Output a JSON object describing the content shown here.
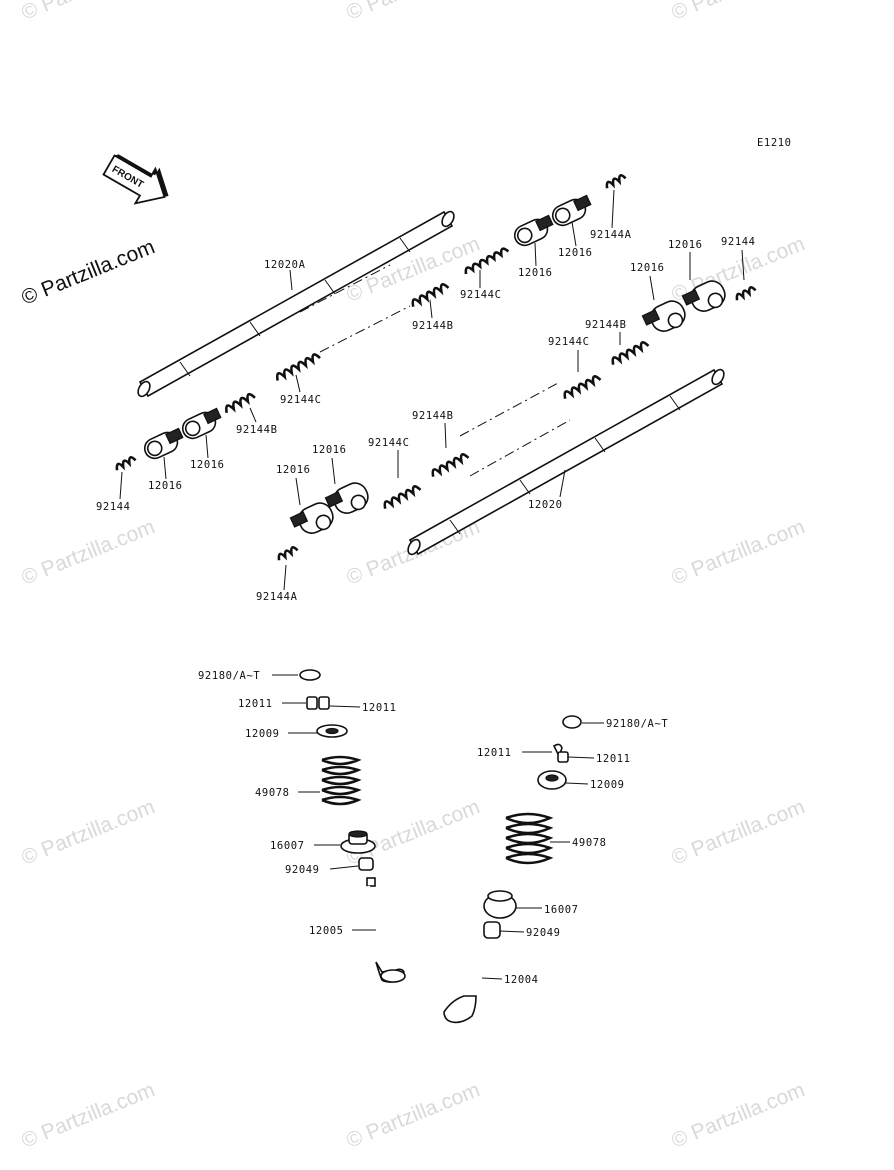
{
  "diagram_code": "E1210",
  "brand": "© Partzilla.com",
  "front_arrow_text": "FRONT",
  "watermark_text": "© Partzilla.com",
  "labels": {
    "shaft_a": "12020A",
    "shaft": "12020",
    "rocker": "12016",
    "spring": "92144",
    "spring_a": "92144A",
    "spring_b": "92144B",
    "spring_c": "92144C",
    "cotter_shim": "92180/A~T",
    "collet": "12011",
    "retainer": "12009",
    "valve_spring": "49078",
    "spring_seat": "16007",
    "oil_seal": "92049",
    "exhaust_valve": "12005",
    "intake_valve": "12004"
  }
}
